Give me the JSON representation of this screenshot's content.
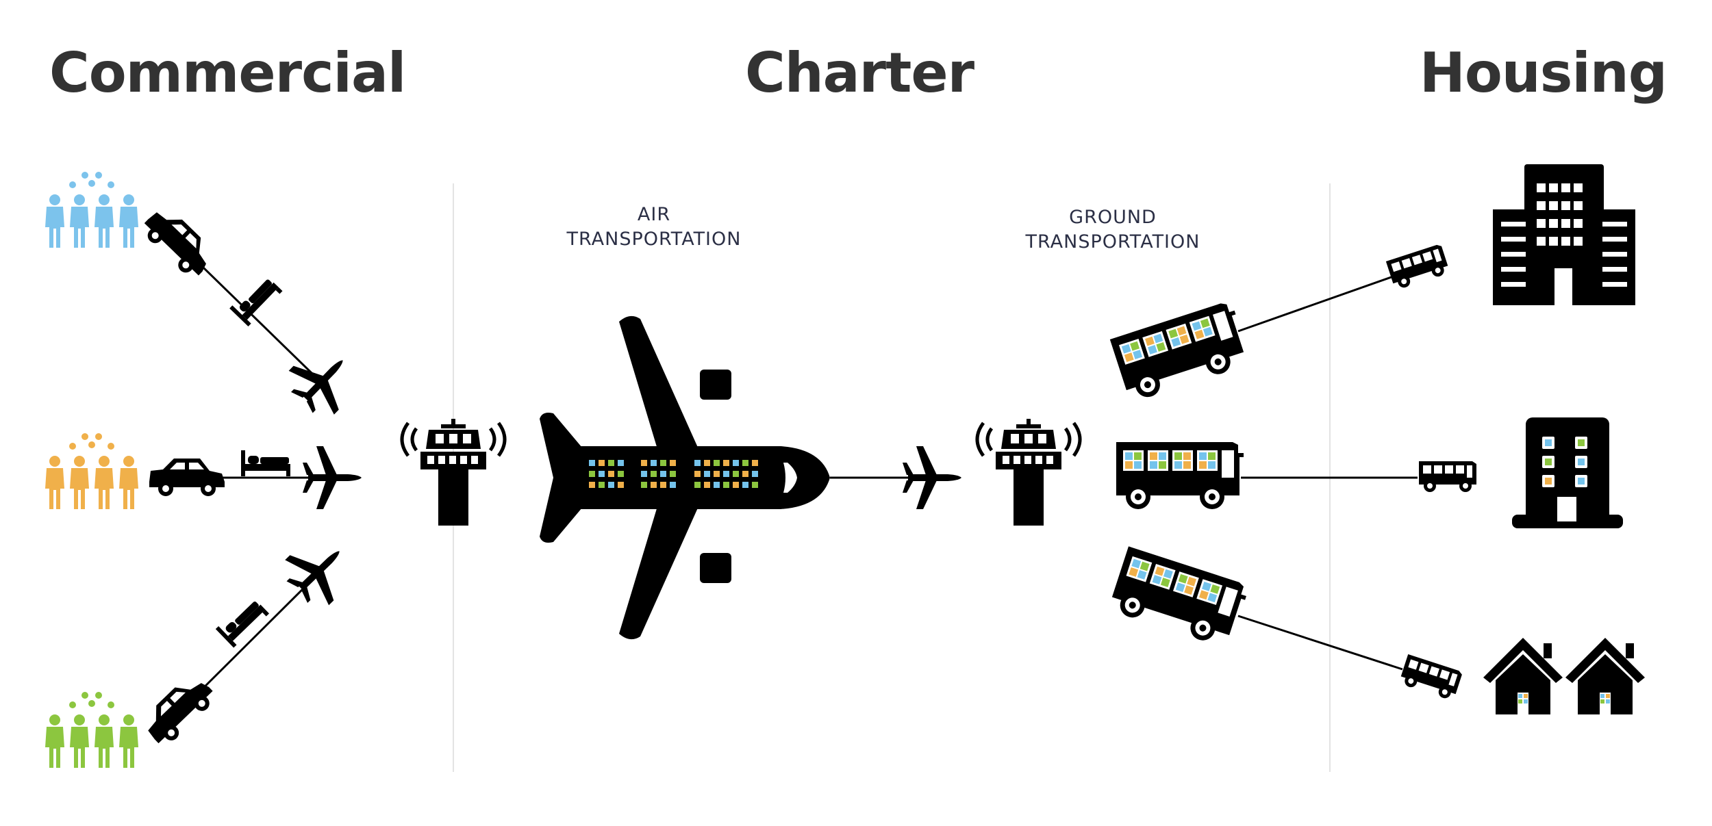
{
  "sections": {
    "commercial": "Commercial",
    "charter": "Charter",
    "housing": "Housing"
  },
  "labels": {
    "air_line1": "AIR",
    "air_line2": "TRANSPORTATION",
    "ground_line1": "GROUND",
    "ground_line2": "TRANSPORTATION"
  },
  "colors": {
    "heading": "#333333",
    "label": "#2b2f45",
    "icon": "#000000",
    "group_top": "#7cc3ec",
    "group_middle": "#f0b04a",
    "group_bottom": "#8cc63f",
    "window_blue": "#74c3ec",
    "window_orange": "#f0b04a",
    "window_green": "#8cc63f",
    "divider": "#e3e3e3"
  },
  "icons": [
    "people-group-icon",
    "car-icon",
    "bed-icon",
    "airplane-icon",
    "control-tower-icon",
    "large-airplane-icon",
    "bus-icon",
    "office-building-icon",
    "hotel-icon",
    "house-icon"
  ]
}
